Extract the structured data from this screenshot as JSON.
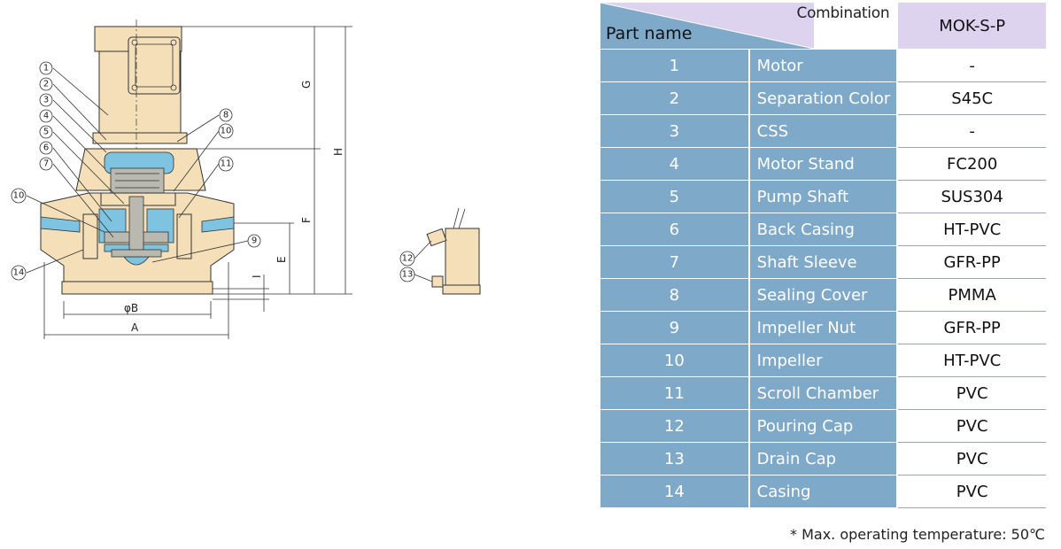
{
  "drawing": {
    "dimension_labels": {
      "A": "A",
      "B": "φB",
      "E": "E",
      "F": "F",
      "G": "G",
      "H": "H",
      "I": "I"
    },
    "callouts": [
      "1",
      "2",
      "3",
      "4",
      "5",
      "6",
      "7",
      "8",
      "9",
      "10",
      "11",
      "10",
      "14",
      "12",
      "13"
    ]
  },
  "table": {
    "header_combination": "Combination",
    "header_part_name": "Part name",
    "header_model": "MOK-S-P",
    "rows": [
      {
        "no": "1",
        "name": "Motor",
        "material": "-"
      },
      {
        "no": "2",
        "name": "Separation Color",
        "material": "S45C"
      },
      {
        "no": "3",
        "name": "CSS",
        "material": "-"
      },
      {
        "no": "4",
        "name": "Motor Stand",
        "material": "FC200"
      },
      {
        "no": "5",
        "name": "Pump Shaft",
        "material": "SUS304"
      },
      {
        "no": "6",
        "name": "Back Casing",
        "material": "HT-PVC"
      },
      {
        "no": "7",
        "name": "Shaft Sleeve",
        "material": "GFR-PP"
      },
      {
        "no": "8",
        "name": "Sealing Cover",
        "material": "PMMA"
      },
      {
        "no": "9",
        "name": "Impeller Nut",
        "material": "GFR-PP"
      },
      {
        "no": "10",
        "name": "Impeller",
        "material": "HT-PVC"
      },
      {
        "no": "11",
        "name": "Scroll Chamber",
        "material": "PVC"
      },
      {
        "no": "12",
        "name": "Pouring Cap",
        "material": "PVC"
      },
      {
        "no": "13",
        "name": "Drain Cap",
        "material": "PVC"
      },
      {
        "no": "14",
        "name": "Casing",
        "material": "PVC"
      }
    ]
  },
  "footnote": "* Max. operating temperature: 50℃",
  "colors": {
    "body": "#f4dfb8",
    "fluid": "#7ec3e0",
    "table_blue": "#7fa9c9",
    "header_lilac": "#ddd3ee",
    "outline": "#333333"
  }
}
